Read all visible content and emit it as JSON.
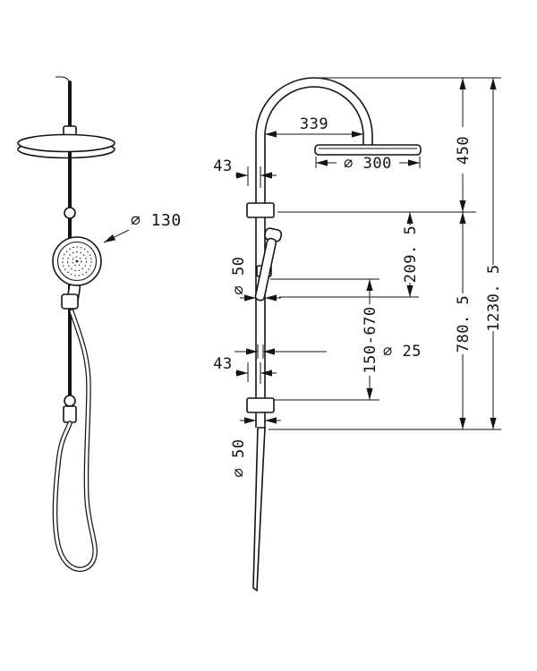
{
  "drawing": {
    "labels": {
      "hand_shower_diameter": "⌀ 130",
      "reach": "339",
      "head_diameter": "⌀ 300",
      "upper_wall_offset": "43",
      "upper_pipe_diameter": "⌀ 50",
      "holder_drop": "209. 5",
      "slider_range": "150-670",
      "upper_height": "450",
      "lower_height": "780. 5",
      "total_height": "1230. 5",
      "rail_diameter": "⌀ 25",
      "lower_wall_offset": "43",
      "lower_pipe_diameter": "⌀ 50"
    }
  }
}
